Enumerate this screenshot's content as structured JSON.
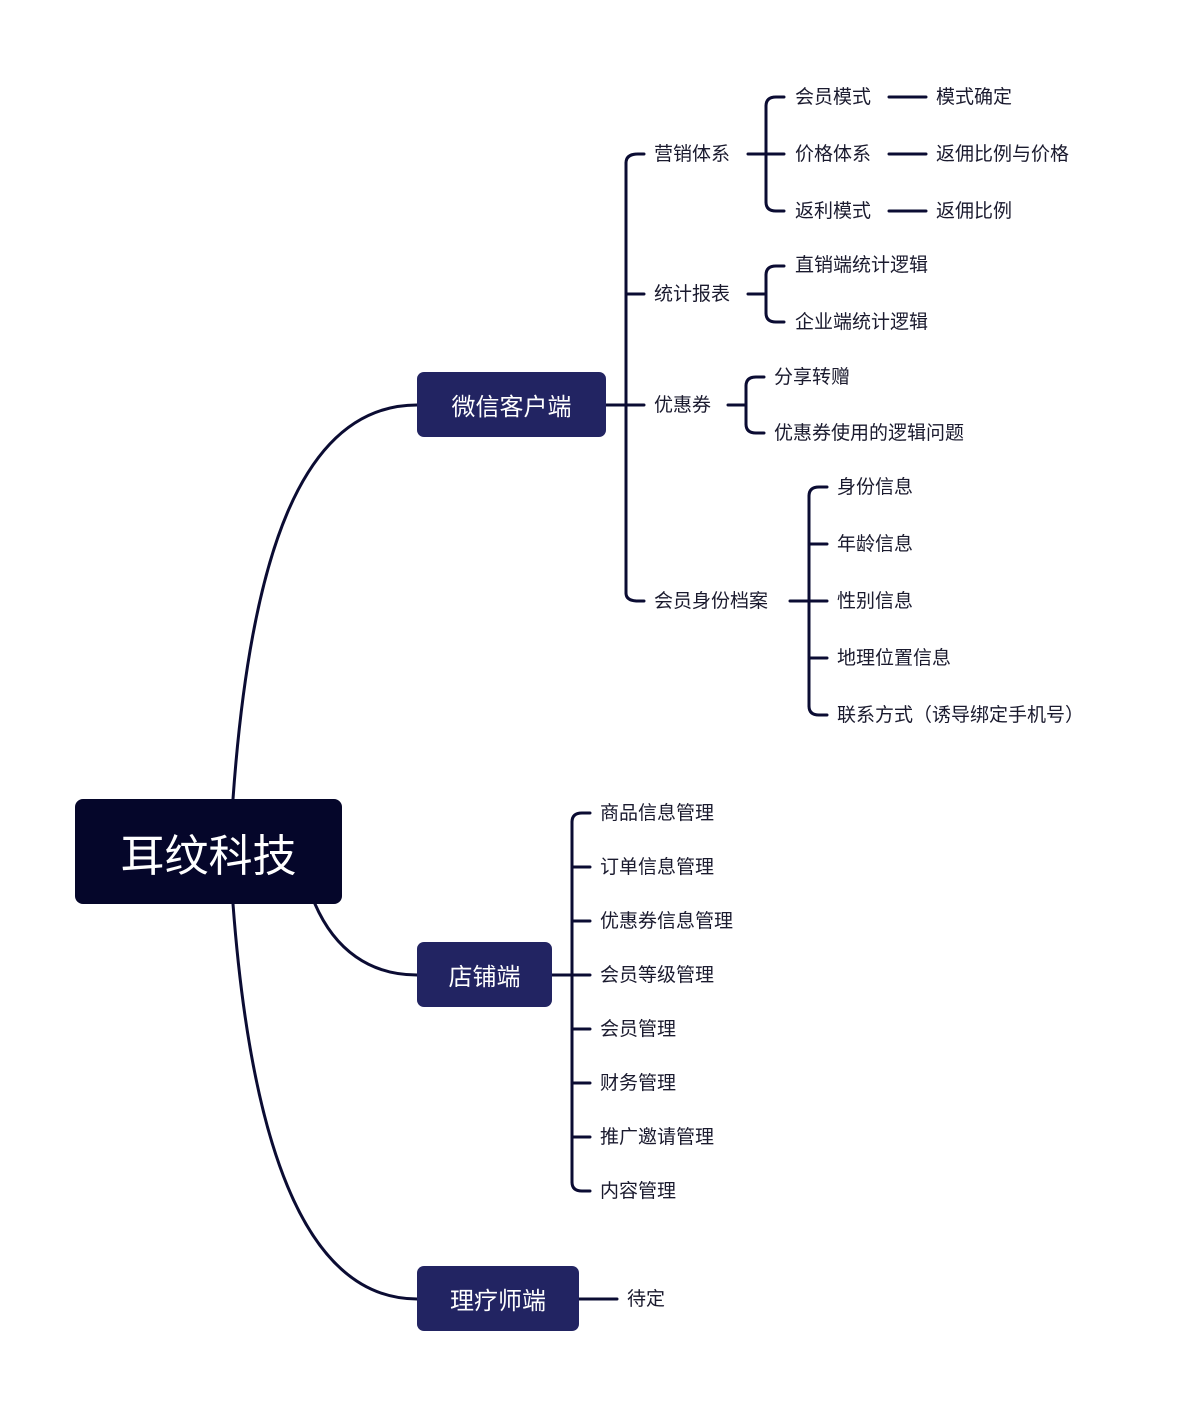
{
  "colors": {
    "root_fill": "#05062a",
    "branch_fill": "#222462",
    "line": "#0b0c33",
    "text": "#1a1a2e"
  },
  "root": {
    "label": "耳纹科技"
  },
  "branches": {
    "wechat": {
      "label": "微信客户端",
      "marketing": {
        "label": "营销体系",
        "items": [
          {
            "label": "会员模式",
            "detail": "模式确定"
          },
          {
            "label": "价格体系",
            "detail": "返佣比例与价格"
          },
          {
            "label": "返利模式",
            "detail": "返佣比例"
          }
        ]
      },
      "reports": {
        "label": "统计报表",
        "items": [
          "直销端统计逻辑",
          "企业端统计逻辑"
        ]
      },
      "coupon": {
        "label": "优惠券",
        "items": [
          "分享转赠",
          "优惠券使用的逻辑问题"
        ]
      },
      "profile": {
        "label": "会员身份档案",
        "items": [
          "身份信息",
          "年龄信息",
          "性别信息",
          "地理位置信息",
          "联系方式（诱导绑定手机号）"
        ]
      }
    },
    "store": {
      "label": "店铺端",
      "items": [
        "商品信息管理",
        "订单信息管理",
        "优惠券信息管理",
        "会员等级管理",
        "会员管理",
        "财务管理",
        "推广邀请管理",
        "内容管理"
      ]
    },
    "therapist": {
      "label": "理疗师端",
      "items": [
        "待定"
      ]
    }
  }
}
